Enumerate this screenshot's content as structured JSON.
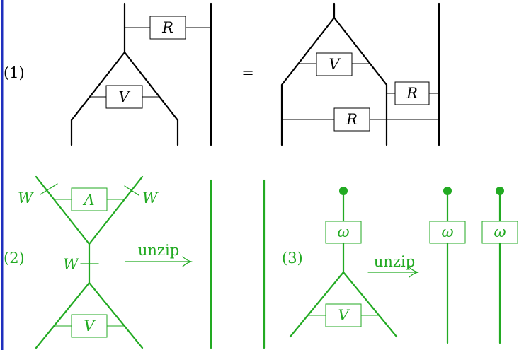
{
  "colors": {
    "black": "#000000",
    "green": "#22aa22",
    "border_blue": "#1f2fbf"
  },
  "eq1": {
    "label": "(1)",
    "equals": "=",
    "box_R_top": "R",
    "box_V_left": "V",
    "box_V_right": "V",
    "box_R_right": "R",
    "box_R_bottom": "R"
  },
  "eq2": {
    "label": "(2)",
    "w_left": "W",
    "w_right": "W",
    "w_mid": "W",
    "box_lambda": "Λ",
    "box_V": "V",
    "arrow_label": "unzip"
  },
  "eq3": {
    "label": "(3)",
    "box_omega_left": "ω",
    "box_V": "V",
    "arrow_label": "unzip",
    "box_omega_r1": "ω",
    "box_omega_r2": "ω"
  }
}
